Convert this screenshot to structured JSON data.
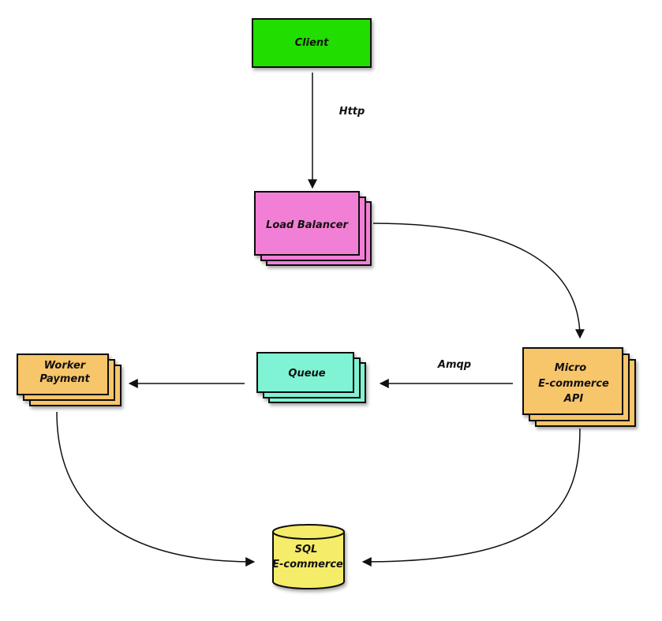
{
  "nodes": {
    "client": {
      "label": "Client",
      "color": "#22dd00"
    },
    "load_balancer": {
      "label": "Load Balancer",
      "color": "#f27fd6"
    },
    "api": {
      "lines": [
        "Micro",
        "E-commerce",
        "API"
      ],
      "color": "#f7c56b"
    },
    "queue": {
      "label": "Queue",
      "color": "#7ff3d3"
    },
    "worker": {
      "lines": [
        "Worker",
        "Payment"
      ],
      "color": "#f7c56b"
    },
    "database": {
      "lines": [
        "SQL",
        "E-commerce"
      ],
      "color": "#f5ec6b"
    }
  },
  "edges": {
    "http": {
      "label": "Http"
    },
    "amqp": {
      "label": "Amqp"
    }
  }
}
